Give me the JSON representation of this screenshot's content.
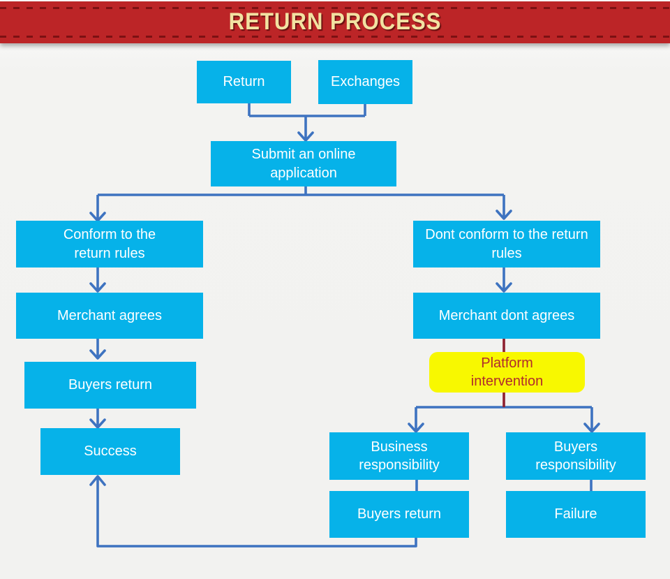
{
  "header": {
    "title": "RETURN PROCESS"
  },
  "colors": {
    "banner_bg": "#bc2527",
    "banner_stitch": "#7c1113",
    "banner_title": "#f2e2a2",
    "node_fill": "#06b2e9",
    "node_text": "#ffffff",
    "connector_blue": "#3e73c0",
    "connector_red": "#8e2130",
    "highlight_fill": "#f8f800",
    "highlight_text": "#b02c2c",
    "background": "#f2f2f0"
  },
  "nodes": {
    "return": "Return",
    "exchanges": "Exchanges",
    "submit": "Submit an online application",
    "conform": "Conform to the return rules",
    "dont_conform": "Dont conform to the return rules",
    "merchant_agrees": "Merchant agrees",
    "merchant_dont_agrees": "Merchant dont agrees",
    "buyers_return": "Buyers return",
    "platform_intervention": "Platform intervention",
    "success": "Success",
    "business_responsibility": "Business responsibility",
    "buyers_responsibility": "Buyers responsibility",
    "buyers_return_2": "Buyers return",
    "failure": "Failure"
  }
}
